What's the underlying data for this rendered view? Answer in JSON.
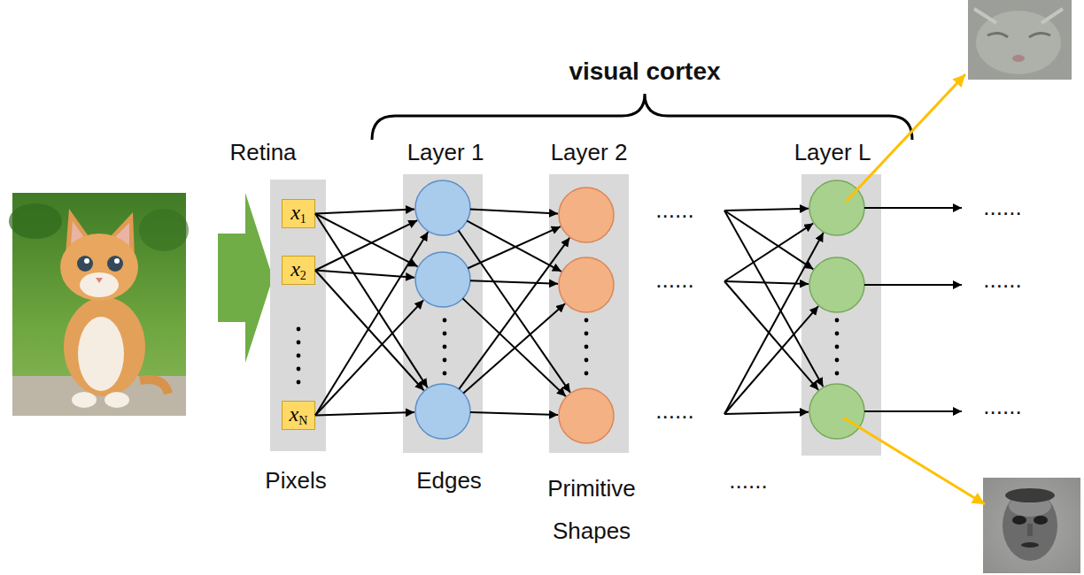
{
  "diagram": {
    "nodes": [
      {
        "text": [
          "Retina"
        ]
      },
      {
        "text": [
          "x",
          "1"
        ],
        "in": 0
      },
      {
        "text": [
          "x",
          "2"
        ],
        "in": 0
      },
      {
        "text": [
          "x",
          "N"
        ],
        "in": 0
      },
      {
        "text": [
          "Layer 1"
        ]
      },
      {
        "text": [
          "Layer 2"
        ]
      },
      {
        "text": [
          "Layer L"
        ]
      }
    ],
    "labels": [
      "visual cortex",
      "Pixels",
      "Edges",
      "Primitive Shapes",
      "......",
      "......",
      "......",
      "......",
      "......",
      "......",
      "......"
    ]
  }
}
